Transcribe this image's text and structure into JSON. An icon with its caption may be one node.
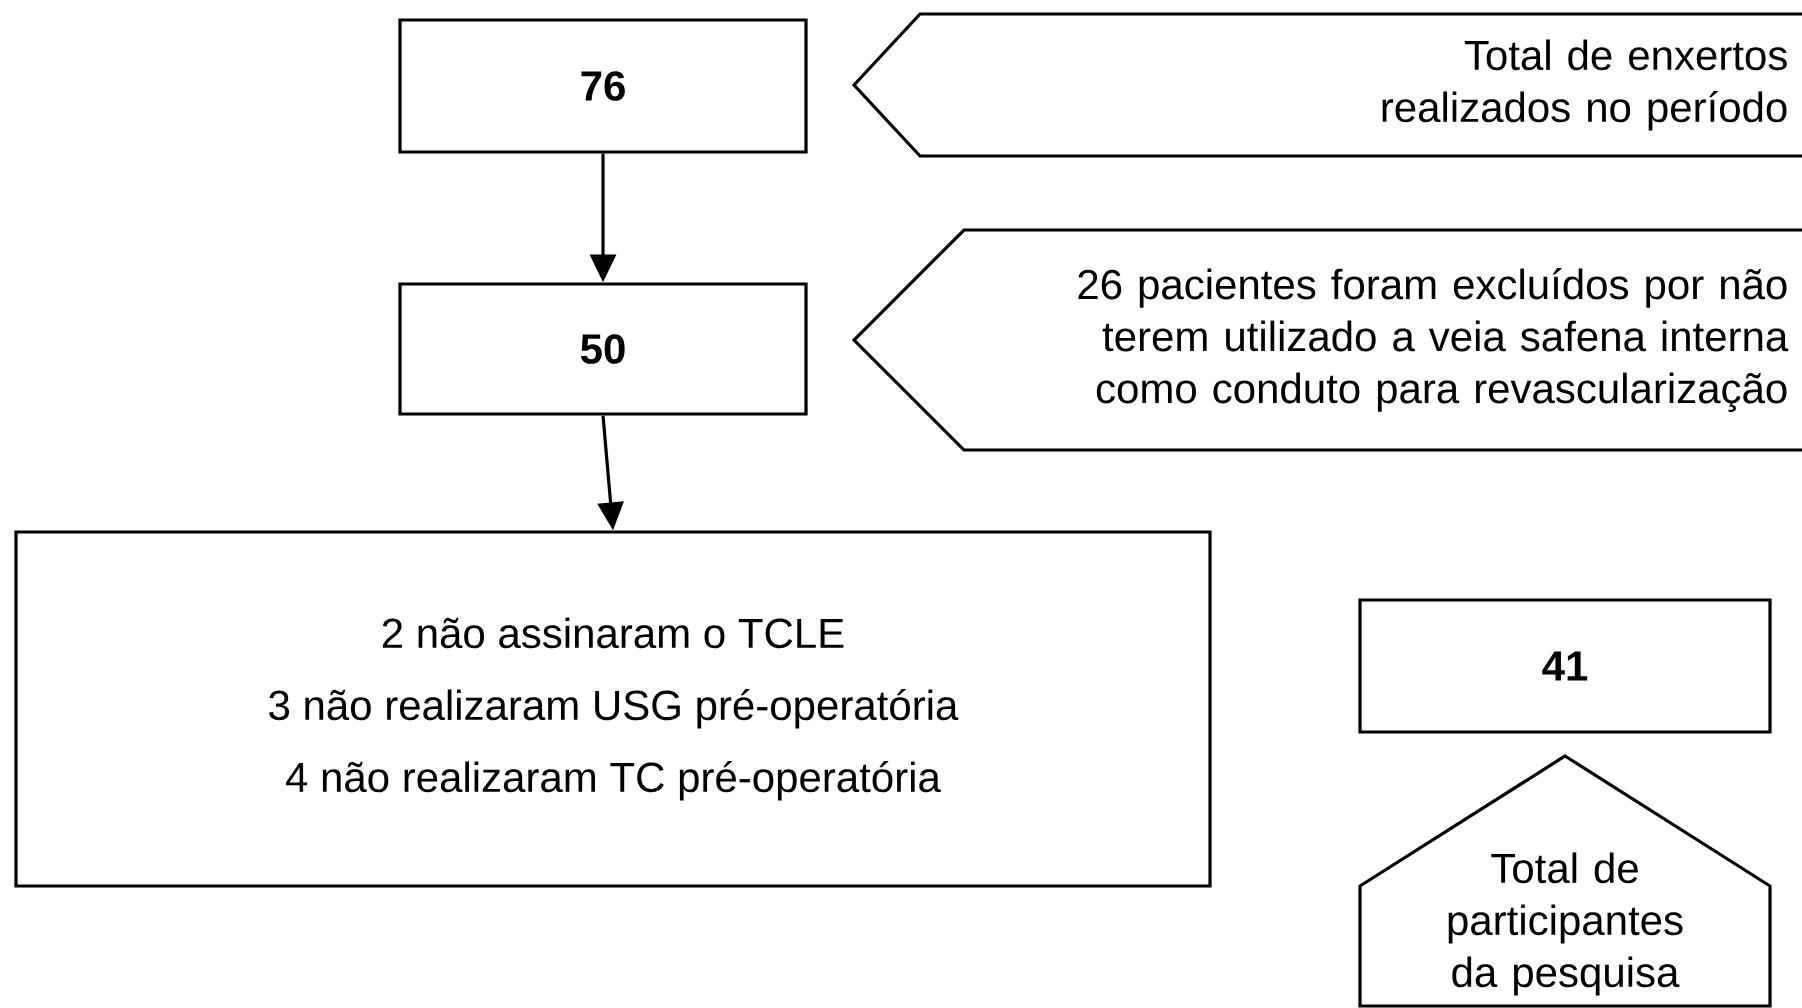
{
  "diagram": {
    "nodes": [
      {
        "text": [
          "76"
        ]
      },
      {
        "text": [
          "Total de enxertos realizados no período"
        ]
      },
      {
        "text": [
          "50"
        ]
      },
      {
        "text": [
          "26 pacientes foram excluídos por não terem utilizado a veia safena interna como conduto para revascularização"
        ]
      },
      {
        "text": [
          "2 não assinaram o TCLE",
          "3 não realizaram USG pré-operatória",
          "4 não realizaram TC pré-operatória"
        ]
      },
      {
        "text": [
          "41"
        ]
      },
      {
        "text": [
          "Total de participantes da pesquisa"
        ]
      }
    ],
    "edges": [
      {
        "from": 0,
        "to": 2,
        "arrow": "to"
      },
      {
        "from": 2,
        "to": 4,
        "arrow": "to"
      }
    ]
  }
}
